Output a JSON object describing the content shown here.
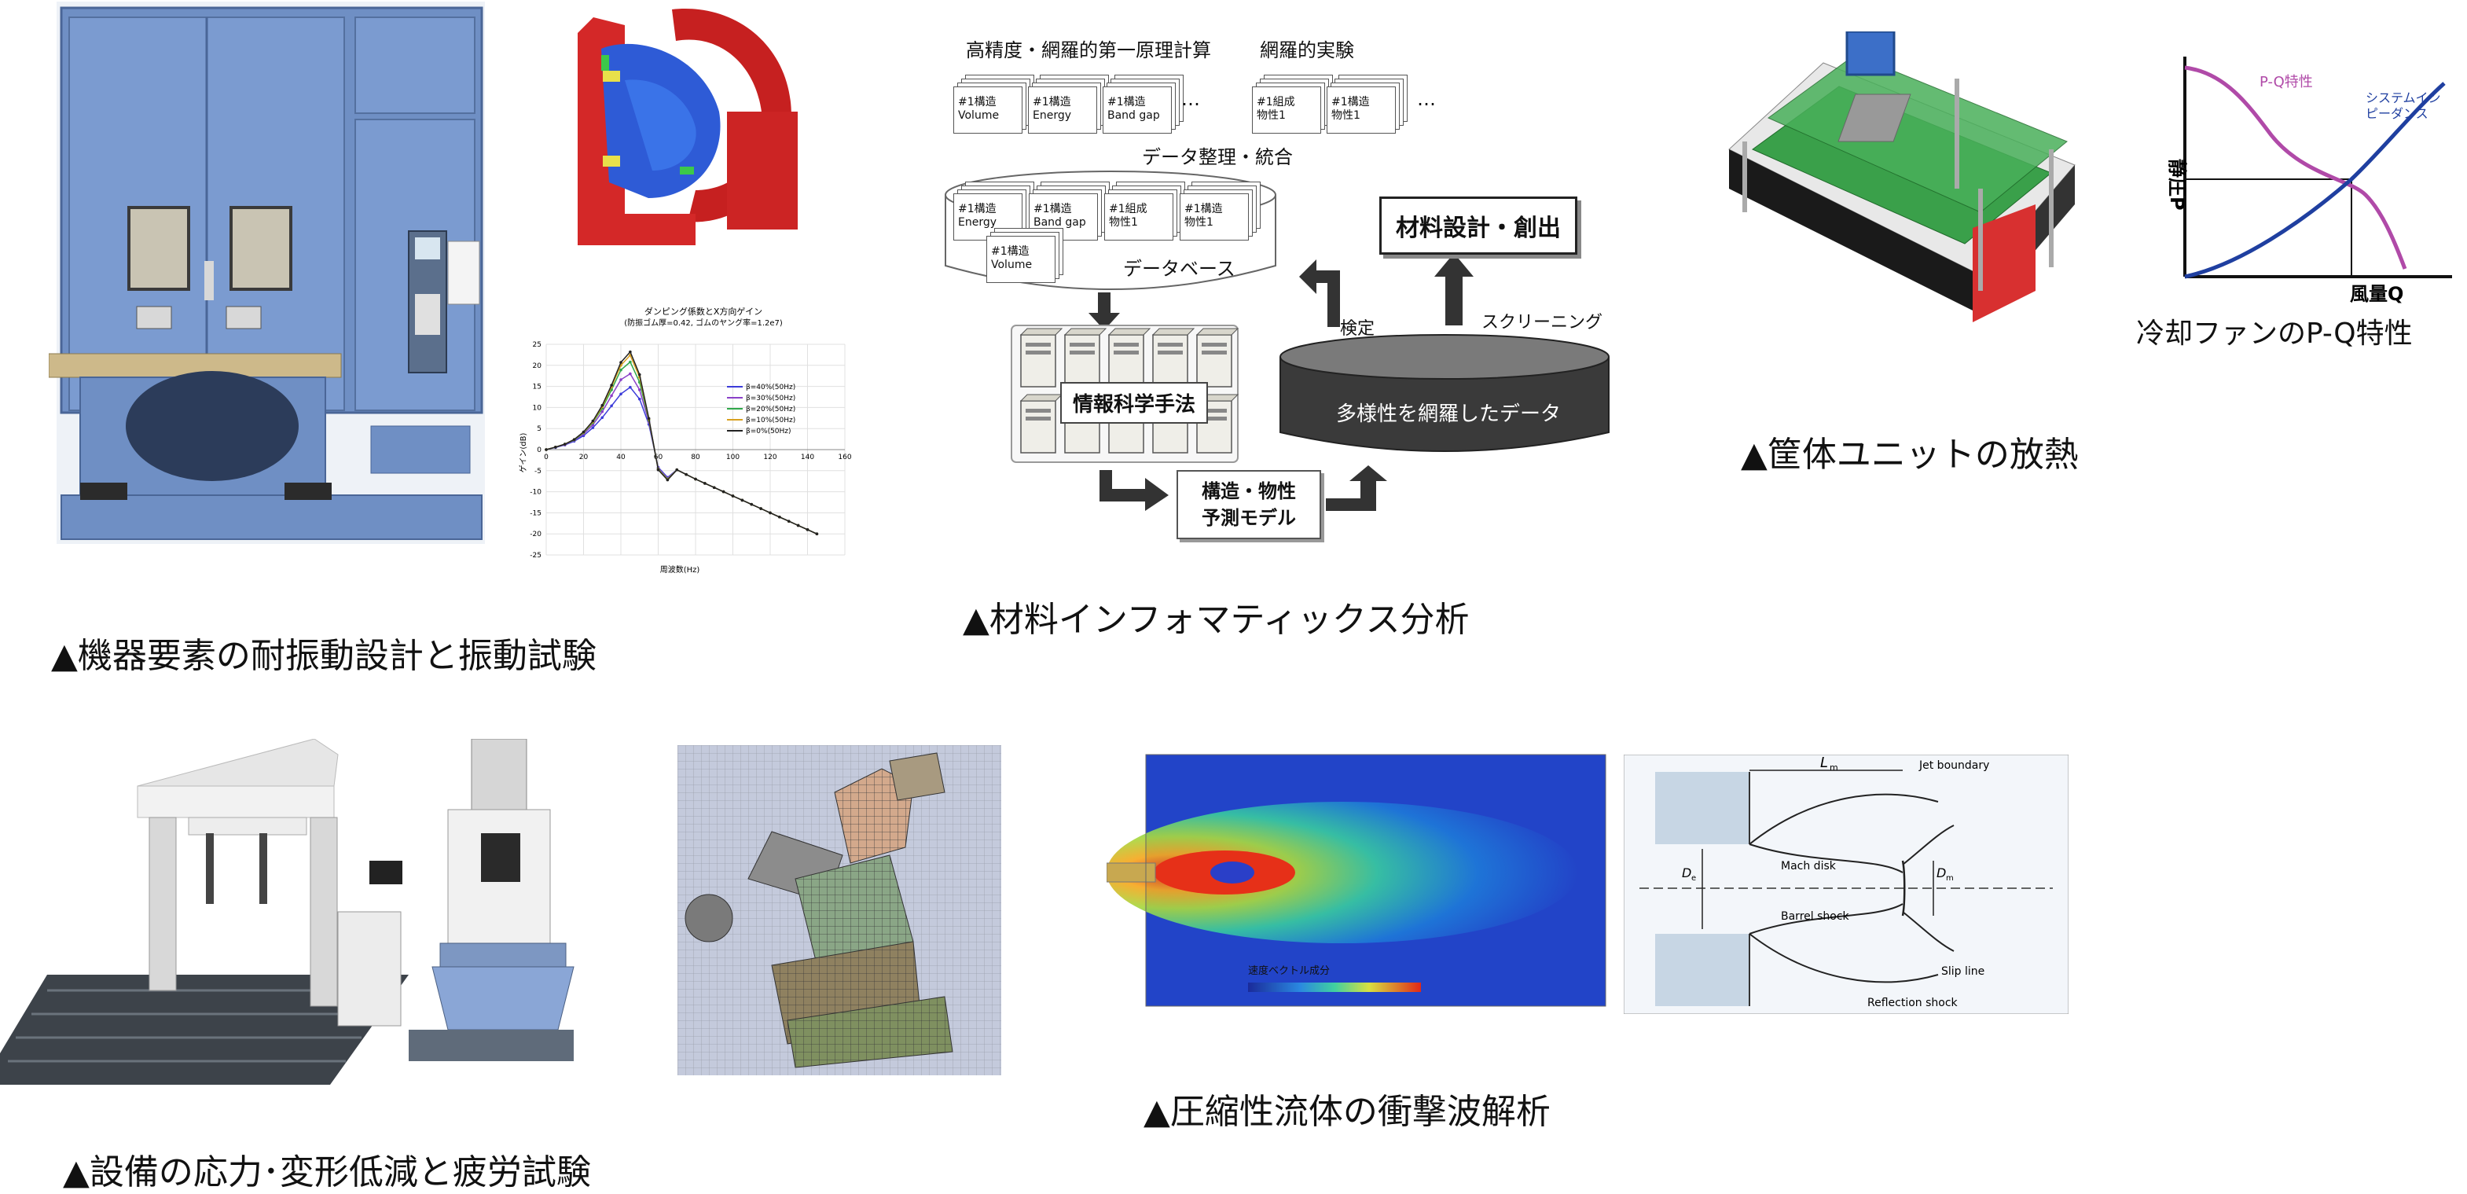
{
  "captions": {
    "vibration": "▲機器要素の耐振動設計と振動試験",
    "informatics": "▲材料インフォマティックス分析",
    "housing": "▲筐体ユニットの放熱",
    "fatigue": "▲設備の応力･変形低減と疲労試験",
    "shockwave": "▲圧縮性流体の衝撃波解析"
  },
  "fan": {
    "caption": "冷却ファンのP-Q特性",
    "y_label": "静圧P",
    "x_label": "風量Q",
    "curve_pq": "P-Q特性",
    "curve_system": "システムイン ピーダンス",
    "color_pq": "#b04aa8",
    "color_system": "#1f3fa0"
  },
  "informatics": {
    "calc_title": "高精度・網羅的第一原理計算",
    "exp_title": "網羅的実験",
    "calc_cards": [
      "#1構造\nVolume",
      "#1構造\nEnergy",
      "#1構造\nBand gap"
    ],
    "exp_cards": [
      "#1組成\n物性1",
      "#1構造\n物性1"
    ],
    "ellipsis": "…",
    "organize": "データ整理・統合",
    "db_cards": [
      "#1構造\nEnergy",
      "#1構造\nBand gap",
      "#1組成\n物性1",
      "#1構造\n物性1"
    ],
    "db_card_volume": "#1構造\nVolume",
    "database": "データベース",
    "method": "情報科学手法",
    "model": "構造・物性\n予測モデル",
    "data": "多様性を網羅したデータ",
    "verify": "検定",
    "screening": "スクリーニング",
    "design": "材料設計・創出"
  },
  "vib_chart": {
    "title": "ダンピング係数とX方向ゲイン",
    "subtitle": "(防振ゴム厚=0.42, ゴムのヤング率=1.2e7)",
    "xlabel": "周波数(Hz)",
    "ylabel": "ゲイン(dB)"
  },
  "chart_data": {
    "type": "line",
    "title": "ダンピング係数とX方向ゲイン",
    "subtitle": "(防振ゴム厚=0.42, ゴムのヤング率=1.2e7)",
    "xlabel": "周波数(Hz)",
    "ylabel": "ゲイン(dB)",
    "xlim": [
      0,
      160
    ],
    "ylim": [
      -25,
      25
    ],
    "xticks": [
      0,
      20,
      40,
      60,
      80,
      100,
      120,
      140,
      160
    ],
    "yticks": [
      25,
      20,
      15,
      10,
      5,
      0,
      -5,
      -10,
      -15,
      -20,
      -25
    ],
    "x": [
      0,
      5,
      10,
      15,
      20,
      25,
      30,
      35,
      40,
      45,
      50,
      55,
      60,
      65,
      70,
      75,
      80,
      85,
      90,
      95,
      100,
      105,
      110,
      115,
      120,
      125,
      130,
      135,
      140,
      145
    ],
    "legend_position": "right",
    "grid": true,
    "series": [
      {
        "name": "β=40%(50Hz)",
        "color": "#3b3bd9",
        "values": [
          0,
          0.5,
          1.1,
          2.0,
          3.3,
          5.2,
          7.6,
          10.4,
          13.2,
          14.8,
          12.0,
          6.0,
          -4.2,
          -6.6,
          -4.8,
          -5.9,
          -7.0,
          -8.0,
          -9.0,
          -10.0,
          -11.0,
          -12.0,
          -13.0,
          -14.0,
          -15.0,
          -16.0,
          -17.0,
          -18.0,
          -19.0,
          -20.0
        ]
      },
      {
        "name": "β=30%(50Hz)",
        "color": "#8a3fc8",
        "values": [
          0,
          0.6,
          1.2,
          2.2,
          3.7,
          5.9,
          9.0,
          12.8,
          16.6,
          18.0,
          14.2,
          6.6,
          -4.4,
          -6.8,
          -4.8,
          -5.9,
          -7.0,
          -8.0,
          -9.0,
          -10.0,
          -11.0,
          -12.0,
          -13.0,
          -14.0,
          -15.0,
          -16.0,
          -17.0,
          -18.0,
          -19.0,
          -20.0
        ]
      },
      {
        "name": "β=20%(50Hz)",
        "color": "#2fa84a",
        "values": [
          0,
          0.6,
          1.3,
          2.3,
          4.0,
          6.4,
          9.8,
          14.2,
          18.9,
          20.8,
          16.0,
          7.0,
          -4.6,
          -7.0,
          -4.8,
          -5.9,
          -7.0,
          -8.0,
          -9.0,
          -10.0,
          -11.0,
          -12.0,
          -13.0,
          -14.0,
          -15.0,
          -16.0,
          -17.0,
          -18.0,
          -19.0,
          -20.0
        ]
      },
      {
        "name": "β=10%(50Hz)",
        "color": "#d8a020",
        "values": [
          0,
          0.6,
          1.3,
          2.4,
          4.1,
          6.6,
          10.2,
          14.9,
          20.0,
          22.4,
          17.2,
          7.2,
          -4.7,
          -7.1,
          -4.8,
          -5.9,
          -7.0,
          -8.0,
          -9.0,
          -10.0,
          -11.0,
          -12.0,
          -13.0,
          -14.0,
          -15.0,
          -16.0,
          -17.0,
          -18.0,
          -19.0,
          -20.0
        ]
      },
      {
        "name": "β=0%(50Hz)",
        "color": "#222222",
        "values": [
          0,
          0.6,
          1.3,
          2.4,
          4.2,
          6.8,
          10.5,
          15.3,
          20.7,
          23.2,
          17.8,
          7.4,
          -4.8,
          -7.2,
          -4.8,
          -5.9,
          -7.0,
          -8.0,
          -9.0,
          -10.0,
          -11.0,
          -12.0,
          -13.0,
          -14.0,
          -15.0,
          -16.0,
          -17.0,
          -18.0,
          -19.0,
          -20.0
        ]
      }
    ]
  },
  "shock": {
    "cfd_legend": "速度ベクトル成分",
    "label_lm": "L",
    "label_lm_sub": "m",
    "label_jet": "Jet boundary",
    "label_mach": "Mach disk",
    "label_barrel": "Barrel shock",
    "label_slip": "Slip line",
    "label_reflection": "Reflection shock",
    "label_de": "D",
    "label_de_sub": "e",
    "label_dm": "D",
    "label_dm_sub": "m"
  }
}
